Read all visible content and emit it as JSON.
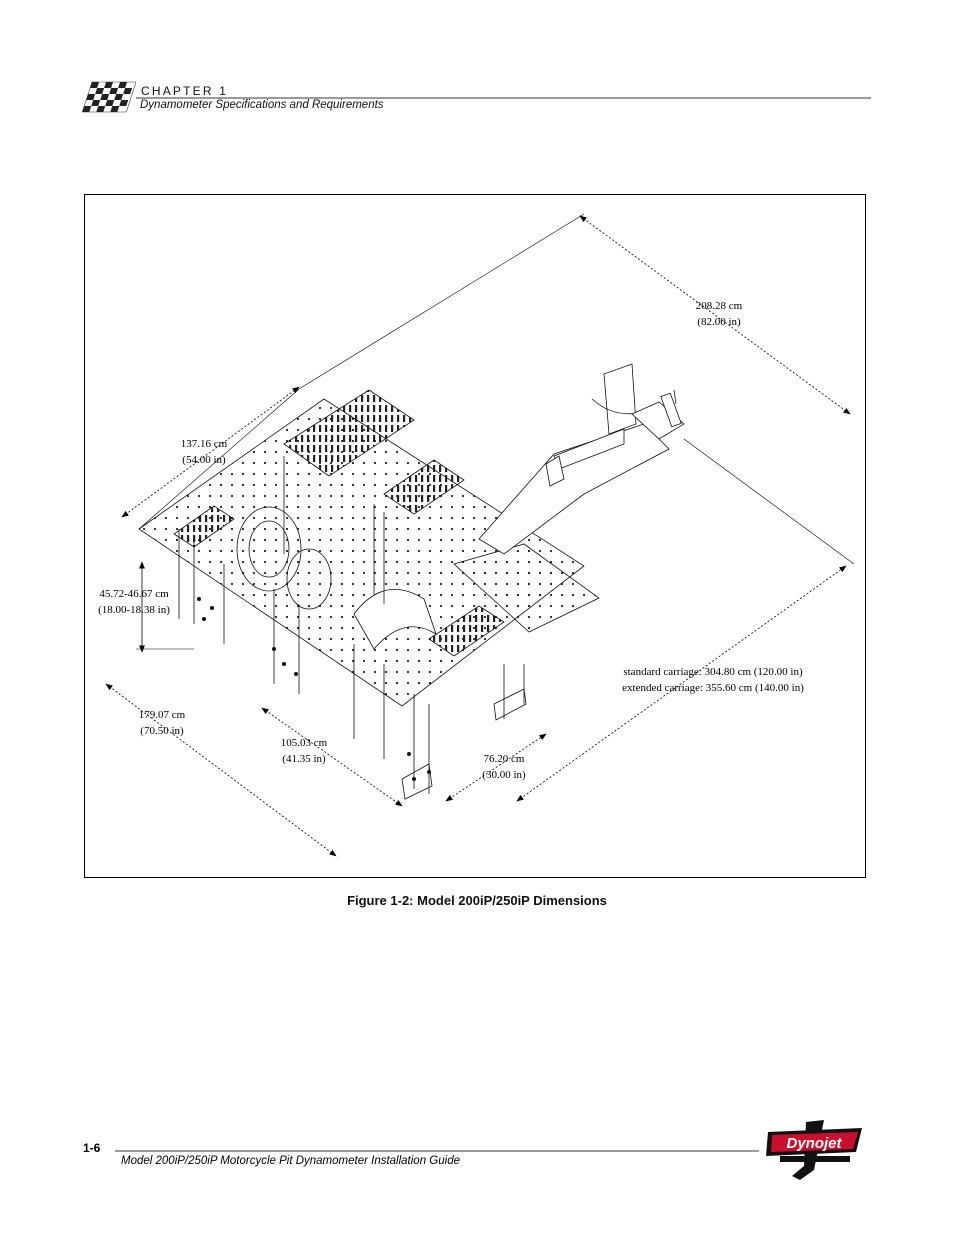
{
  "header": {
    "chapter_label": "CHAPTER 1",
    "chapter_subtitle": "Dynamometer Specifications and Requirements",
    "icon": "checkered-flag-icon"
  },
  "figure": {
    "caption": "Figure 1-2: Model 200iP/250iP Dimensions",
    "dimensions": {
      "overall_depth": {
        "metric": "208.28 cm",
        "imperial": "(82.00 in)"
      },
      "platform_width": {
        "metric": "137.16 cm",
        "imperial": "(54.00 in)"
      },
      "deck_height": {
        "metric": "45.72-46.67 cm",
        "imperial": "(18.00-18.38 in)"
      },
      "base_width": {
        "metric": "179.07 cm",
        "imperial": "(70.50 in)"
      },
      "frame_width": {
        "metric": "105.03 cm",
        "imperial": "(41.35 in)"
      },
      "rear_section": {
        "metric": "76.20 cm",
        "imperial": "(30.00 in)"
      },
      "carriage_length": {
        "standard": "standard carriage: 304.80 cm (120.00 in)",
        "extended": "extended carriage: 355.60 cm (140.00 in)"
      }
    }
  },
  "footer": {
    "page_number": "1-6",
    "guide_title": "Model 200iP/250iP Motorcycle Pit Dynamometer Installation Guide",
    "logo": "Dynojet"
  }
}
